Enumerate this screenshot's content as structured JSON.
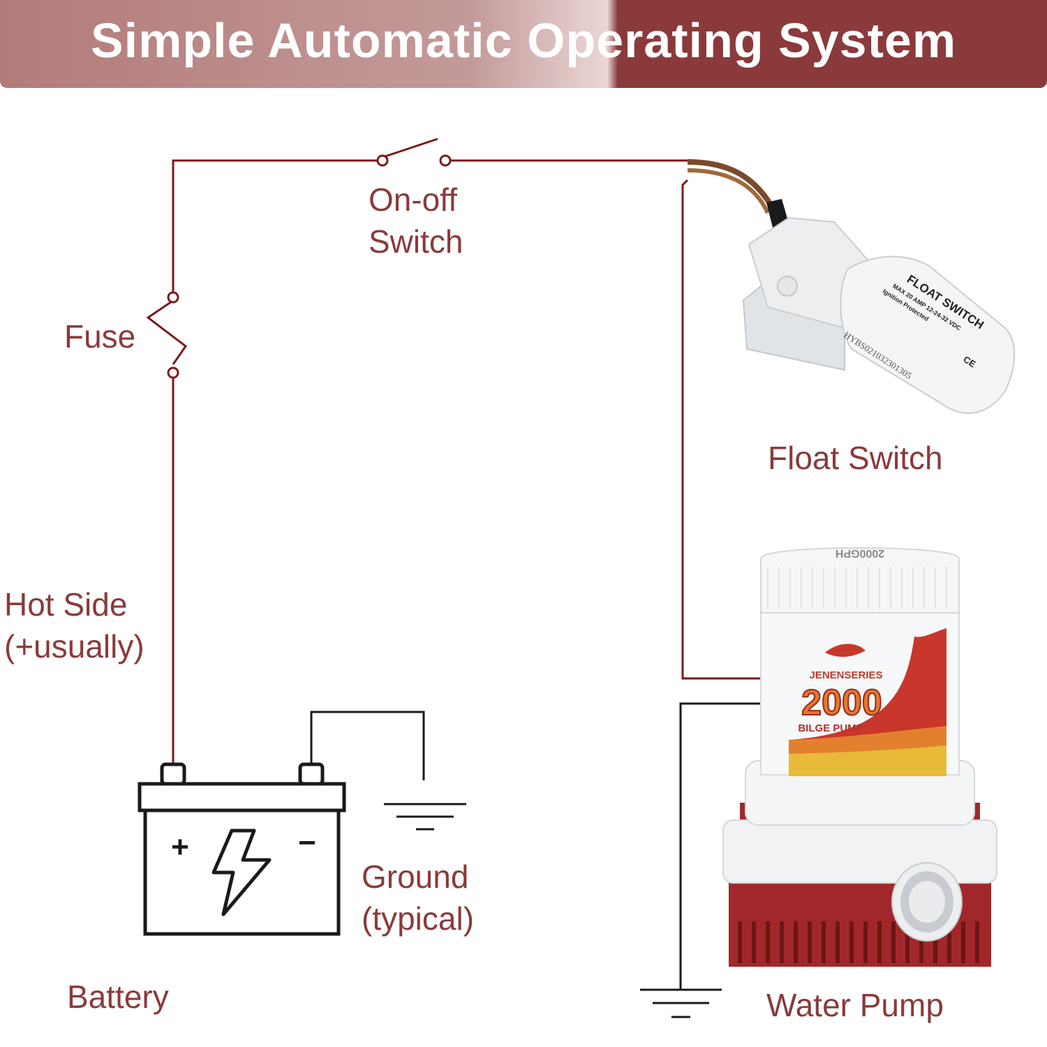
{
  "header": {
    "title": "Simple Automatic Operating System"
  },
  "components": {
    "on_off_switch": {
      "line1": "On-off",
      "line2": "Switch"
    },
    "fuse": {
      "label": "Fuse"
    },
    "float_switch": {
      "label": "Float Switch",
      "product_name": "FLOAT SWITCH",
      "rating": "MAX 20 AMP 12-24-32 VDC",
      "protection": "Ignition Protected",
      "certification": "CE",
      "serial": "HYBS021032301305"
    },
    "hot_side": {
      "line1": "Hot Side",
      "line2": "(+usually)"
    },
    "battery": {
      "label": "Battery",
      "plus": "+",
      "minus": "−"
    },
    "ground": {
      "line1": "Ground",
      "line2": "(typical)"
    },
    "water_pump": {
      "label": "Water Pump",
      "brand": "JENENSERIES",
      "model": "2000",
      "type": "BILGE PUMP",
      "cap_text": "2000GPH"
    }
  },
  "colors": {
    "wire_hot": "#7a1a1c",
    "wire_ground": "#1a1a1a",
    "label": "#8a3a3b",
    "banner": "#8a3a3b",
    "pump_red": "#a0282a"
  }
}
